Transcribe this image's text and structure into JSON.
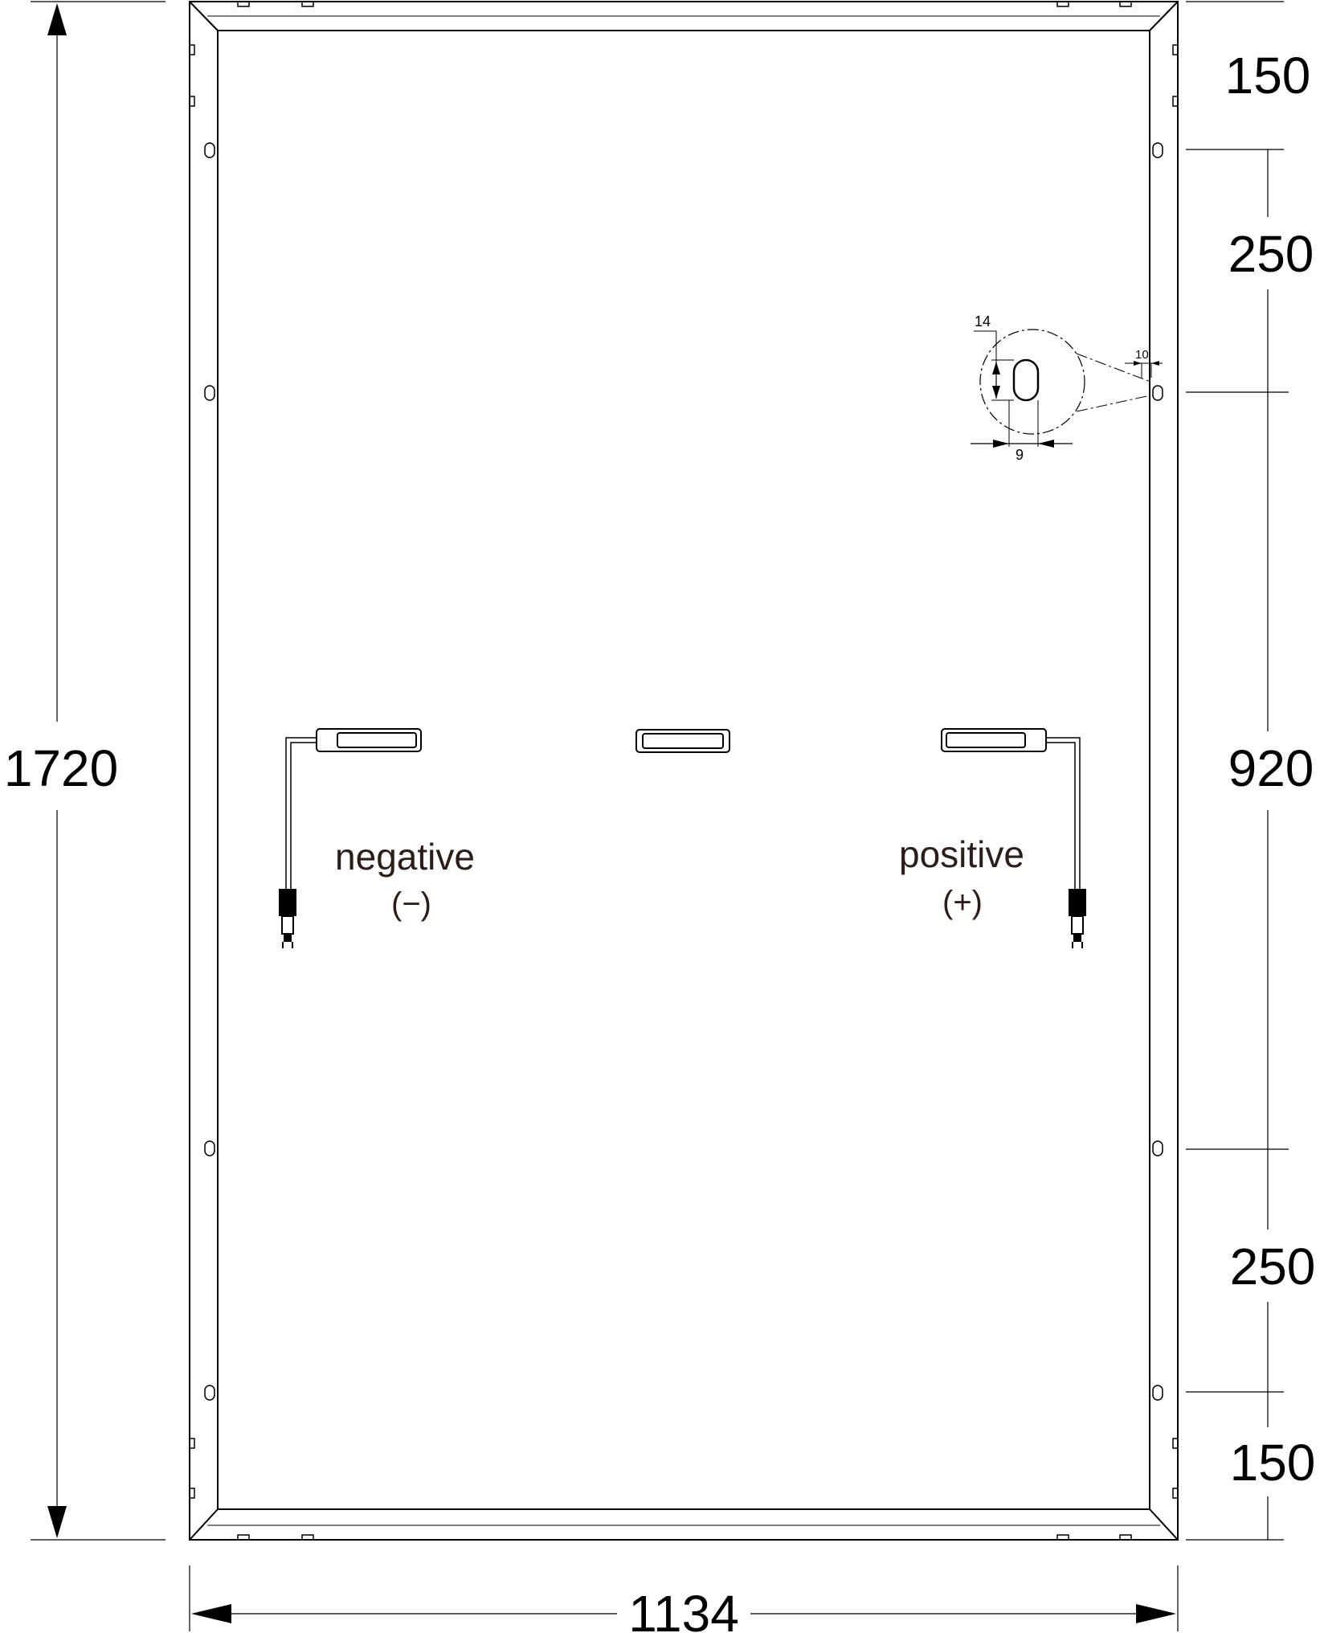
{
  "panel_drawing": {
    "height_mm": "1720",
    "width_mm": "1134",
    "right_dimensions": {
      "top_edge_to_hole": "150",
      "hole_to_hole_top": "250",
      "mounting_span": "920",
      "hole_to_hole_bottom": "250",
      "hole_to_bottom_edge": "150"
    },
    "hole_detail": {
      "slot_length": "14",
      "slot_width": "9",
      "edge_offset": "10"
    },
    "terminals": {
      "negative_label": "negative",
      "negative_sign": "(−)",
      "positive_label": "positive",
      "positive_sign": "(+)"
    },
    "colors": {
      "line": "#000000",
      "label_text": "#2b1d1a",
      "background": "#ffffff"
    }
  }
}
